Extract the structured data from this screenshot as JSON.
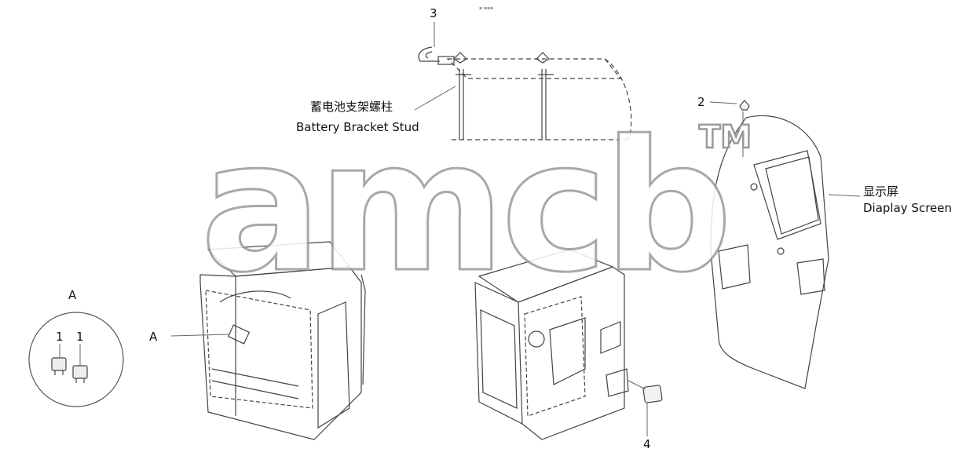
{
  "watermark": {
    "text": "amcb",
    "tm": "TM"
  },
  "callouts": {
    "n1a": "1",
    "n1b": "1",
    "n2": "2",
    "n3": "3",
    "n4": "4",
    "detail_A": "A",
    "cab_A": "A"
  },
  "labels": {
    "battery_zh": "蓄电池支架螺柱",
    "battery_en": "Battery Bracket Stud",
    "screen_zh": "显示屏",
    "screen_en": "Diaplay Screen"
  }
}
